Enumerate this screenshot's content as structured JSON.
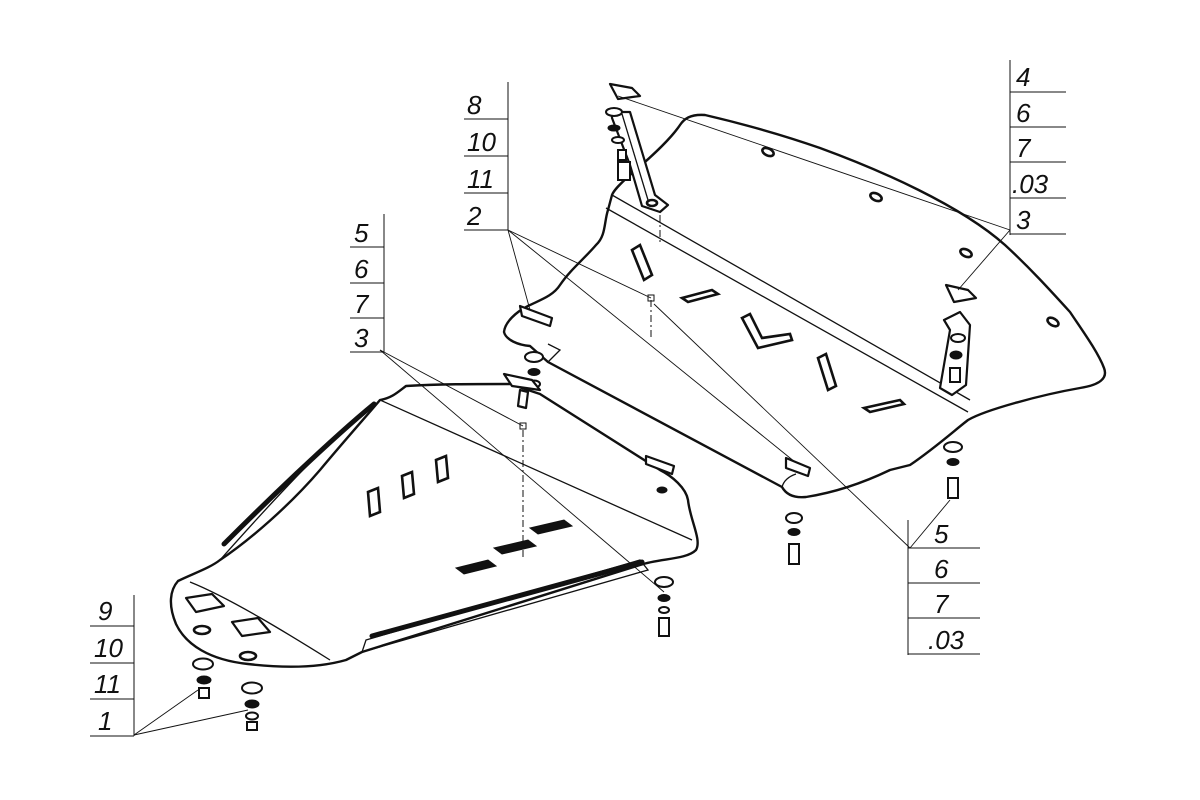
{
  "callout_groups": [
    {
      "id": "top-left",
      "labels": [
        "8",
        "10",
        "11",
        "2"
      ]
    },
    {
      "id": "top-right",
      "labels": [
        "4",
        "6",
        "7",
        ".03",
        "3"
      ]
    },
    {
      "id": "middle-left",
      "labels": [
        "5",
        "6",
        "7",
        "3"
      ]
    },
    {
      "id": "bottom-left",
      "labels": [
        "9",
        "10",
        "11",
        "1"
      ]
    },
    {
      "id": "bottom-right",
      "labels": [
        "5",
        "6",
        "7",
        ".03"
      ]
    }
  ]
}
